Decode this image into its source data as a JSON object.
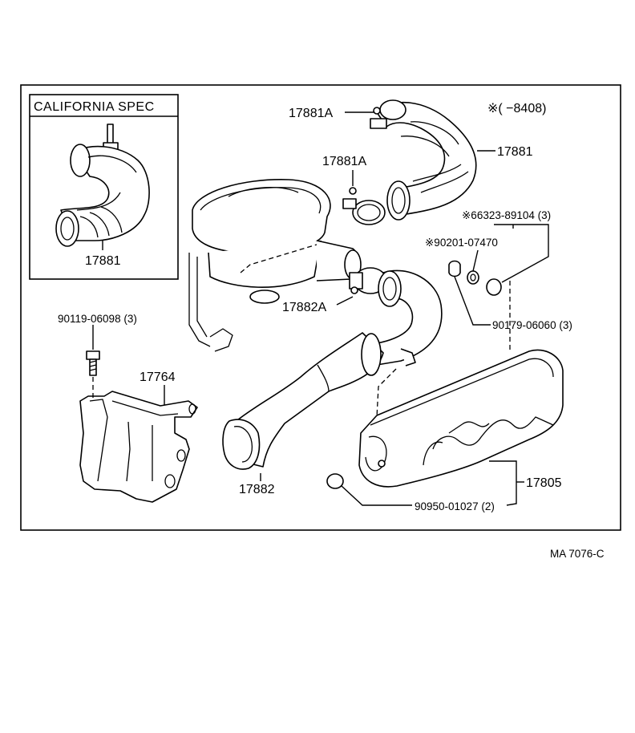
{
  "frame": {
    "inset_title": "CALIFORNIA SPEC",
    "note": "※(      −8408)",
    "drawing_code": "MA  7076-C"
  },
  "labels": {
    "inset_hose": "17881",
    "hose_top_clamp": "17881A",
    "hose_upper": "17881",
    "mid_clamp": "17881A",
    "lower_clamp": "17882A",
    "bracket_bolt": "90119-06098 (3)",
    "bracket": "17764",
    "intake_duct": "17882",
    "grommet_kit": "※66323-89104 (3)",
    "grommet_small": "※90201-07470",
    "plug_bolt": "90179-06060 (3)",
    "resonator": "17805",
    "resonator_plug": "90950-01027 (2)"
  }
}
